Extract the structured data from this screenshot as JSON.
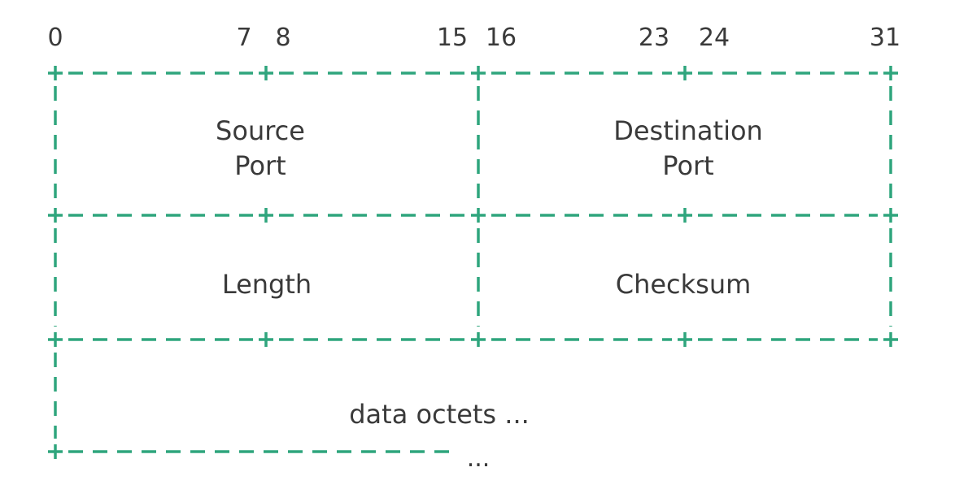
{
  "colors": {
    "line": "#2fa57d",
    "text": "#3a3a3a",
    "background": "#ffffff"
  },
  "bit_labels": [
    "0",
    "7",
    "8",
    "15",
    "16",
    "23",
    "24",
    "31"
  ],
  "fields": {
    "source_port": {
      "line1": "Source",
      "line2": "Port"
    },
    "destination_port": {
      "line1": "Destination",
      "line2": "Port"
    },
    "length": "Length",
    "checksum": "Checksum",
    "data": "data octets ...",
    "continuation": "..."
  }
}
